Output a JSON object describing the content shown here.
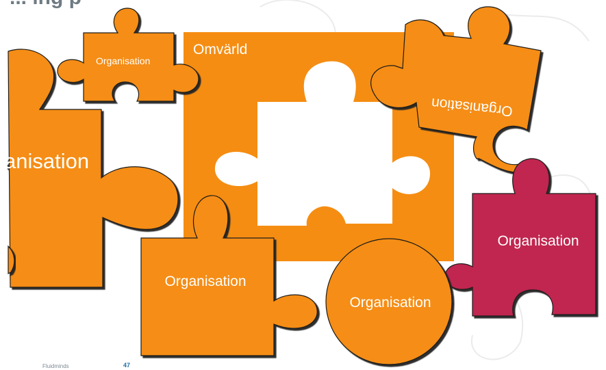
{
  "slide": {
    "title": "... ing p",
    "footer_brand": "Fluidminds",
    "page_number": "47"
  },
  "colors": {
    "orange": "#f58d12",
    "crimson": "#c0264f",
    "shadow": "#222222",
    "watermark": "#ecebeb"
  },
  "pieces": {
    "top_small": {
      "label": "Organisation",
      "icon": "puzzle-piece"
    },
    "left_large": {
      "label": "anisation",
      "icon": "puzzle-piece"
    },
    "omvarld": {
      "label": "Omvärld",
      "icon": "square-with-puzzle-hole"
    },
    "top_right_rotated": {
      "label": "Organisation",
      "icon": "puzzle-piece-rotated"
    },
    "bottom_mid": {
      "label": "Organisation",
      "icon": "puzzle-piece"
    },
    "circle": {
      "label": "Organisation",
      "icon": "circle"
    },
    "crimson": {
      "label": "Organisation",
      "icon": "puzzle-piece"
    }
  }
}
